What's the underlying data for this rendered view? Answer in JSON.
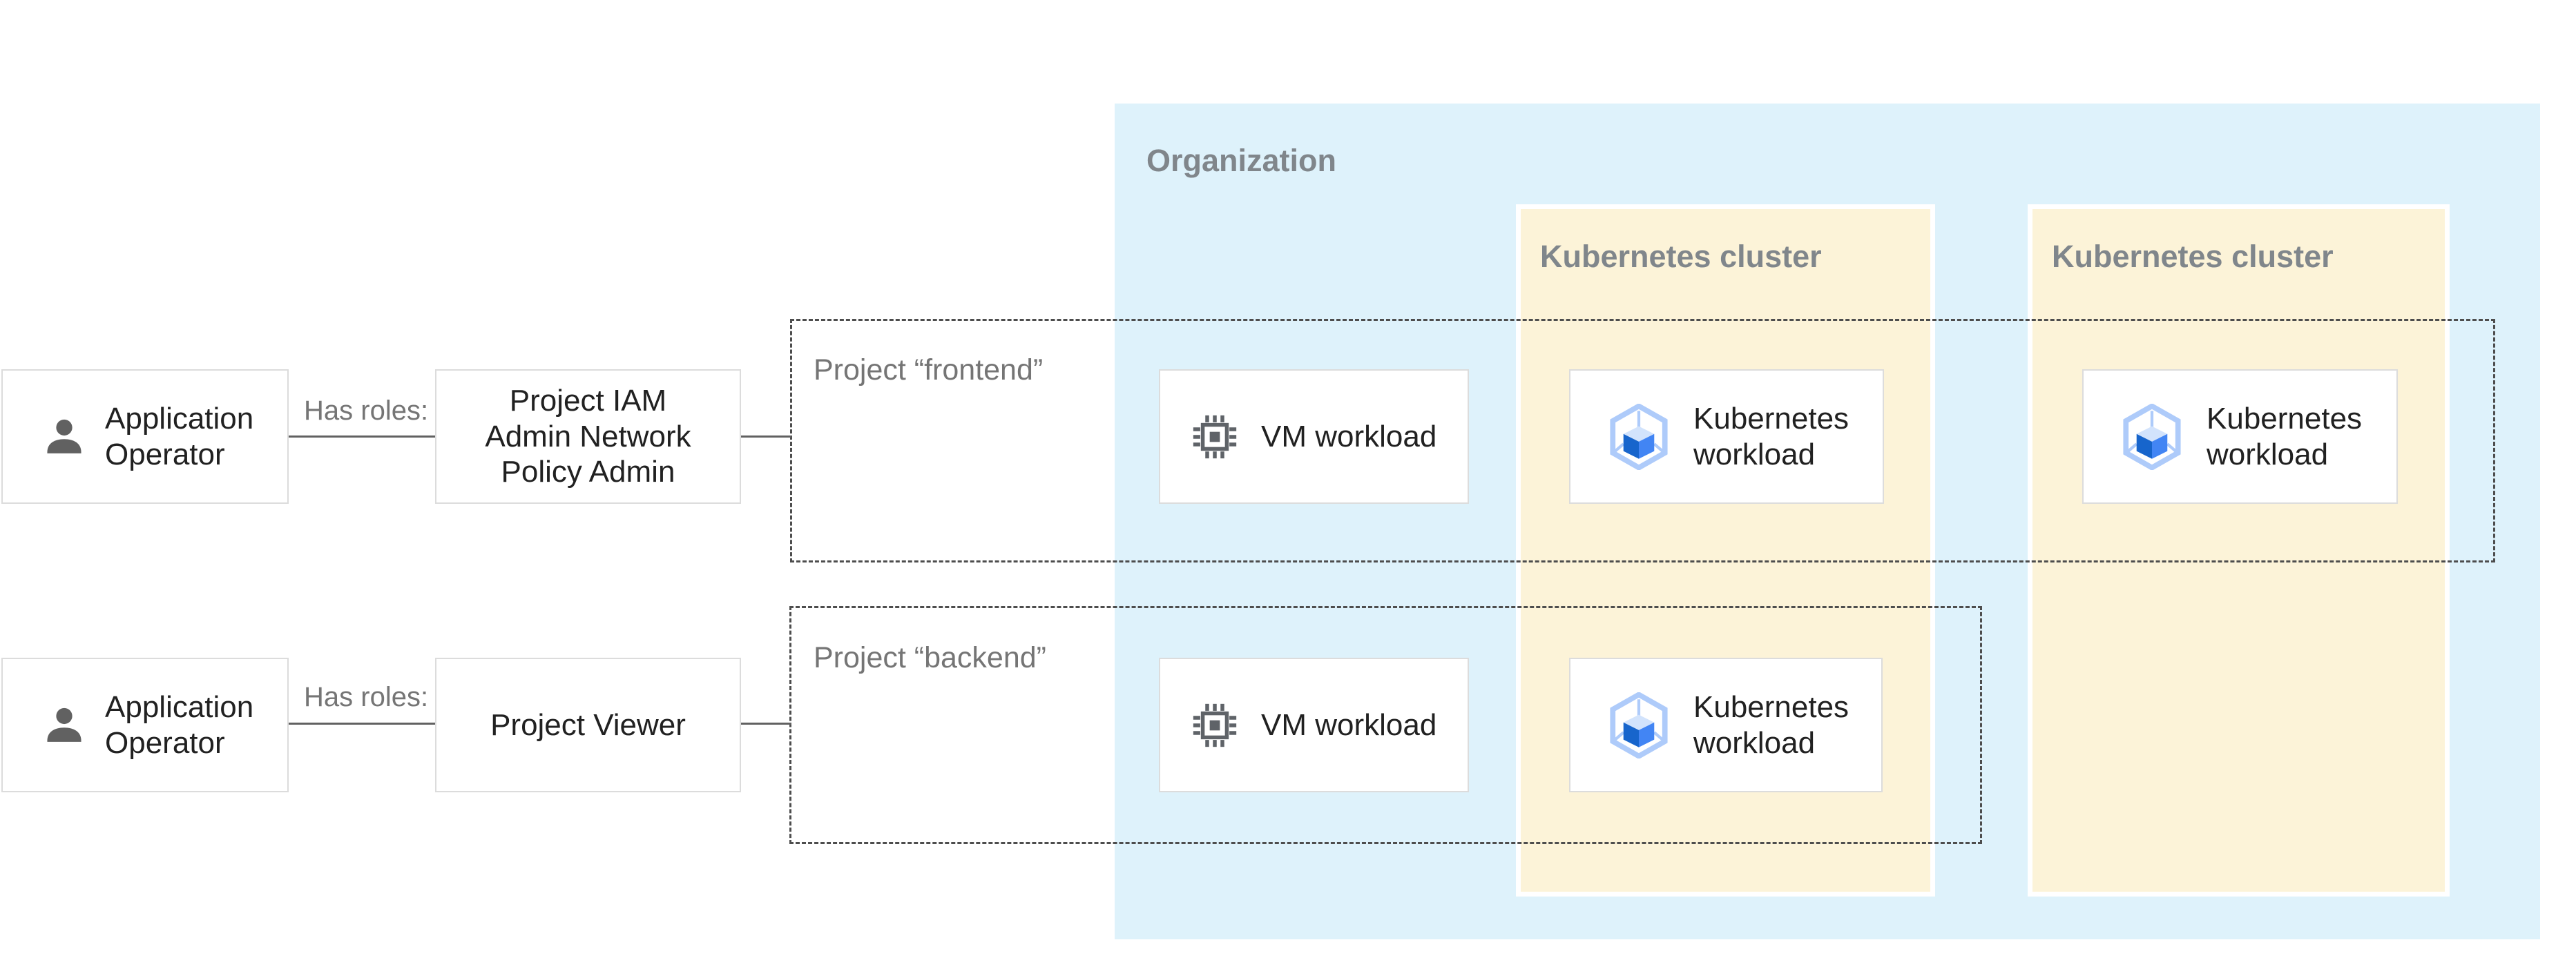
{
  "colors": {
    "blue_zone": "#def2fb",
    "yellow_zone": "#fcf3d8",
    "zone_label": "#80868b",
    "muted_label": "#757575",
    "dash": "#4d4d4d",
    "icon_gray": "#5f6368",
    "gke_ring": "#aecbfa",
    "gke_top": "#d2e3fc",
    "gke_left": "#1765cc",
    "gke_right": "#4285f4"
  },
  "organization": {
    "label": "Organization"
  },
  "clusters": [
    {
      "label": "Kubernetes cluster"
    },
    {
      "label": "Kubernetes cluster"
    }
  ],
  "projects": [
    {
      "label": "Project “frontend”"
    },
    {
      "label": "Project “backend”"
    }
  ],
  "actors": [
    {
      "label": "Application Operator",
      "icon": "person-icon"
    },
    {
      "label": "Application Operator",
      "icon": "person-icon"
    }
  ],
  "roles": [
    {
      "label": "Project IAM Admin Network Policy Admin"
    },
    {
      "label": "Project Viewer"
    }
  ],
  "edges": [
    {
      "label": "Has roles:"
    },
    {
      "label": "Has roles:"
    }
  ],
  "workloads": [
    {
      "label": "VM workload",
      "icon": "chip-icon"
    },
    {
      "label": "Kubernetes workload",
      "icon": "gke-hexagon-icon"
    },
    {
      "label": "Kubernetes workload",
      "icon": "gke-hexagon-icon"
    },
    {
      "label": "VM workload",
      "icon": "chip-icon"
    },
    {
      "label": "Kubernetes workload",
      "icon": "gke-hexagon-icon"
    }
  ]
}
